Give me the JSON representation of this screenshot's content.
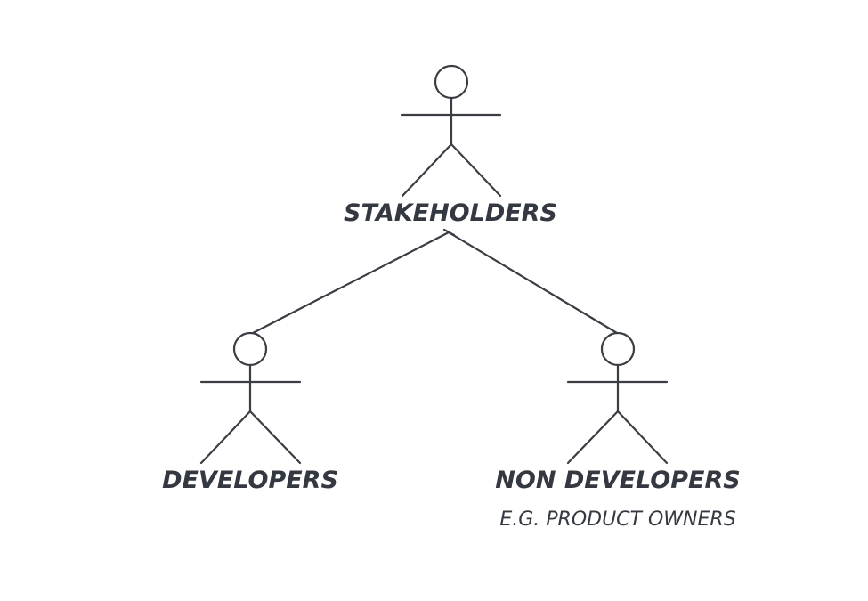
{
  "diagram": {
    "stakeholders": {
      "label": "STAKEHOLDERS"
    },
    "developers": {
      "label": "DEVELOPERS"
    },
    "non_developers": {
      "label": "NON DEVELOPERS",
      "sublabel": "E.G. PRODUCT OWNERS"
    }
  },
  "colors": {
    "stroke": "#3a3d44",
    "text": "#343841",
    "background": "#ffffff"
  }
}
